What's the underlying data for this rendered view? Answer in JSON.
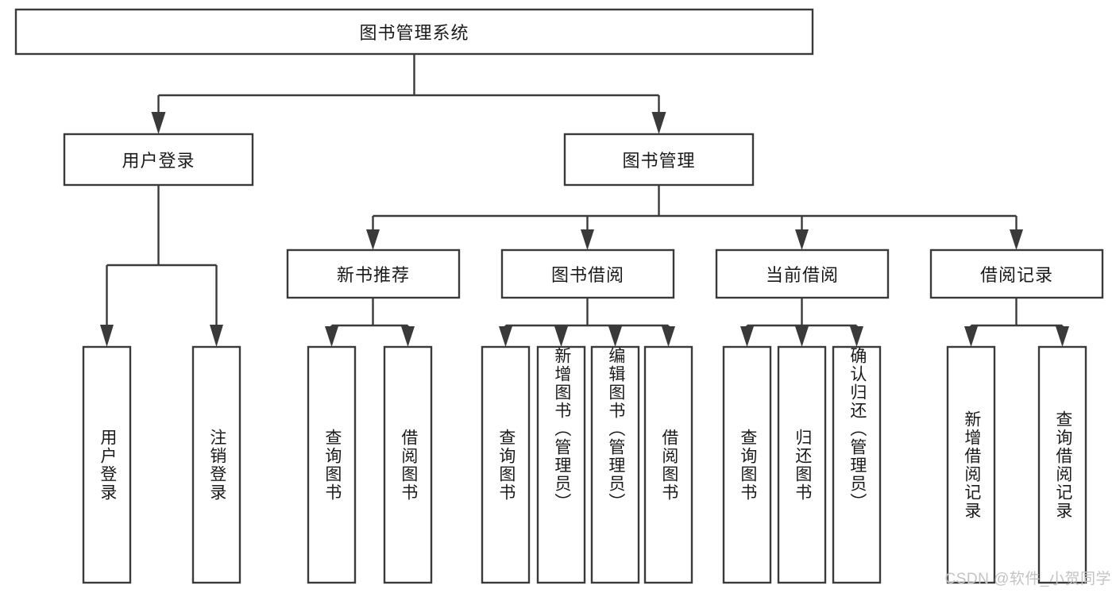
{
  "diagram": {
    "type": "tree-hierarchy",
    "title": "图书管理系统",
    "watermark": "CSDN @软件_小贺同学",
    "colors": {
      "box_stroke": "#3a3a3a",
      "box_fill": "#ffffff",
      "connector": "#3a3a3a",
      "text": "#1a1a1a",
      "background": "#ffffff",
      "watermark": "#c3c3c3"
    },
    "levels": {
      "root": {
        "label": "图书管理系统"
      },
      "level2": [
        {
          "id": "user-login",
          "label": "用户登录"
        },
        {
          "id": "book-manage",
          "label": "图书管理"
        }
      ],
      "level3": [
        {
          "id": "new-book-rec",
          "label": "新书推荐",
          "parent": "book-manage"
        },
        {
          "id": "book-borrow",
          "label": "图书借阅",
          "parent": "book-manage"
        },
        {
          "id": "current-borrow",
          "label": "当前借阅",
          "parent": "book-manage"
        },
        {
          "id": "borrow-record",
          "label": "借阅记录",
          "parent": "book-manage"
        }
      ],
      "leaves": {
        "user-login": [
          {
            "id": "leaf-user-login",
            "label": "用户登录"
          },
          {
            "id": "leaf-logout",
            "label": "注销登录"
          }
        ],
        "new-book-rec": [
          {
            "id": "leaf-query-book-1",
            "label": "查询图书"
          },
          {
            "id": "leaf-borrow-book-1",
            "label": "借阅图书"
          }
        ],
        "book-borrow": [
          {
            "id": "leaf-query-book-2",
            "label": "查询图书"
          },
          {
            "id": "leaf-add-book",
            "label": "新增图书（管理员）"
          },
          {
            "id": "leaf-edit-book",
            "label": "编辑图书（管理员）"
          },
          {
            "id": "leaf-borrow-book-2",
            "label": "借阅图书"
          }
        ],
        "current-borrow": [
          {
            "id": "leaf-query-book-3",
            "label": "查询图书"
          },
          {
            "id": "leaf-return-book",
            "label": "归还图书"
          },
          {
            "id": "leaf-confirm-return",
            "label": "确认归还（管理员）"
          }
        ],
        "borrow-record": [
          {
            "id": "leaf-add-record",
            "label": "新增借阅记录"
          },
          {
            "id": "leaf-query-record",
            "label": "查询借阅记录"
          }
        ]
      }
    }
  }
}
